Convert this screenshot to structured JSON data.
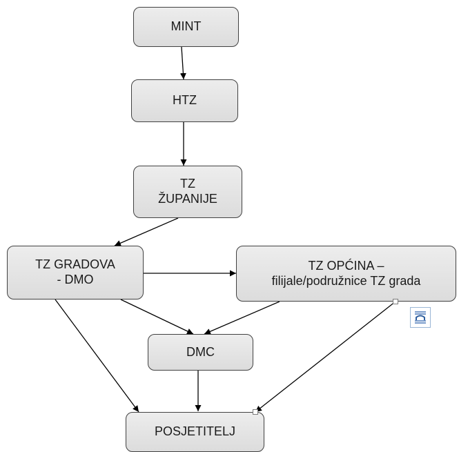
{
  "nodes": {
    "mint": "MINT",
    "htz": "HTZ",
    "tz_zupanije": "TZ\nŽUPANIJE",
    "tz_gradova": "TZ GRADOVA\n- DMO",
    "tz_opcina": "TZ OPĆINA –\nfilijale/podružnice TZ grada",
    "dmc": "DMC",
    "posjetitelj": "POSJETITELJ"
  },
  "colors": {
    "node_fill": "#e4e4e4",
    "node_border": "#404040",
    "arrow": "#000000",
    "layout_icon_accent": "#4a78b8"
  },
  "icons": {
    "layout_options": "layout-options-icon"
  }
}
